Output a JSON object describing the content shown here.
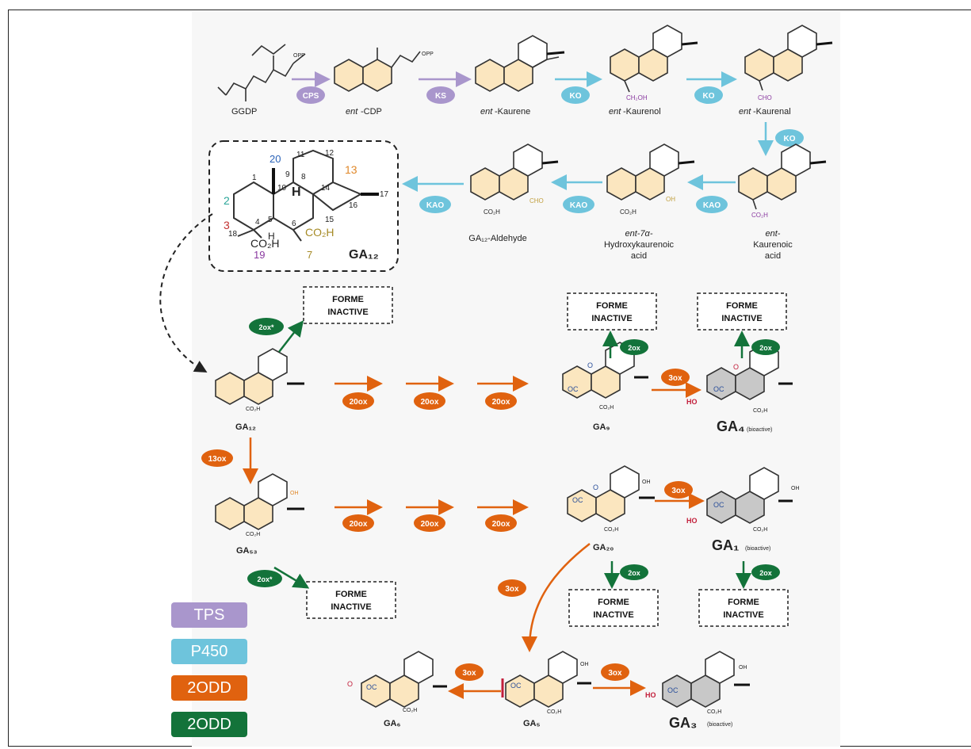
{
  "colors": {
    "tps": "#a996cc",
    "p450": "#6ec4dc",
    "odd_orange": "#e0620f",
    "odd_green": "#13733a",
    "ring_fill": "#fbe6bf",
    "ring_gray": "#c8c8c8",
    "oh_red": "#c21e3a",
    "oc_blue": "#2b4f9a",
    "num_blue": "#2b63b8",
    "num_teal": "#2aa598",
    "num_red": "#c23030",
    "num_orange": "#e0882a",
    "num_purple": "#8a3aa0",
    "co2h_olive": "#a58a25"
  },
  "legend": [
    {
      "label": "TPS",
      "color": "#a996cc"
    },
    {
      "label": "P450",
      "color": "#6ec4dc"
    },
    {
      "label": "2ODD",
      "color": "#e0620f"
    },
    {
      "label": "2ODD",
      "color": "#13733a"
    }
  ],
  "compounds": {
    "ggdp": "GGDP",
    "ent_cdp_italic": "ent",
    "ent_cdp_rest": "-CDP",
    "ent_kaurene_italic": "ent",
    "ent_kaurene_rest": "-Kaurene",
    "ent_kaurenol_italic": "ent",
    "ent_kaurenol_rest": "-Kaurenol",
    "ent_kaurenal_italic": "ent",
    "ent_kaurenal_rest": "-Kaurenal",
    "ent_kaurenoic_l1": "ent-",
    "ent_kaurenoic_l2": "Kaurenoic",
    "ent_kaurenoic_l3": "acid",
    "hydroxy_l1": "ent-7α-",
    "hydroxy_l2": "Hydroxykaurenoic",
    "hydroxy_l3": "acid",
    "ga12_aldehyde": "GA₁₂-Aldehyde",
    "ga12_big": "GA₁₂",
    "ga12": "GA₁₂",
    "ga53": "GA₅₃",
    "ga9": "GA₉",
    "ga20": "GA₂₀",
    "ga4": "GA₄",
    "ga1": "GA₁",
    "ga5": "GA₅",
    "ga6": "GA₆",
    "ga3": "GA₃",
    "bioactive": "(bioactive)"
  },
  "structure_labels": {
    "oh_label": "OH",
    "ho_label": "HO",
    "oc_label": "OC",
    "co2h_label": "CO₂H",
    "cho_label": "CHO",
    "ch2oh_label": "CH₂OH",
    "opp_label": "OPP",
    "h_label": "H",
    "o_label": "O"
  },
  "ga12_numbering": [
    "1",
    "2",
    "3",
    "4",
    "5",
    "6",
    "7",
    "8",
    "9",
    "10",
    "11",
    "12",
    "13",
    "14",
    "15",
    "16",
    "17",
    "18",
    "19",
    "20"
  ],
  "enzymes": {
    "cps": "CPS",
    "ks": "KS",
    "ko": "KO",
    "kao": "KAO",
    "ox20": "20ox",
    "ox13": "13ox",
    "ox3": "3ox",
    "ox2": "2ox",
    "ox2_star": "2ox*"
  },
  "inactive_label_l1": "FORME",
  "inactive_label_l2": "INACTIVE"
}
